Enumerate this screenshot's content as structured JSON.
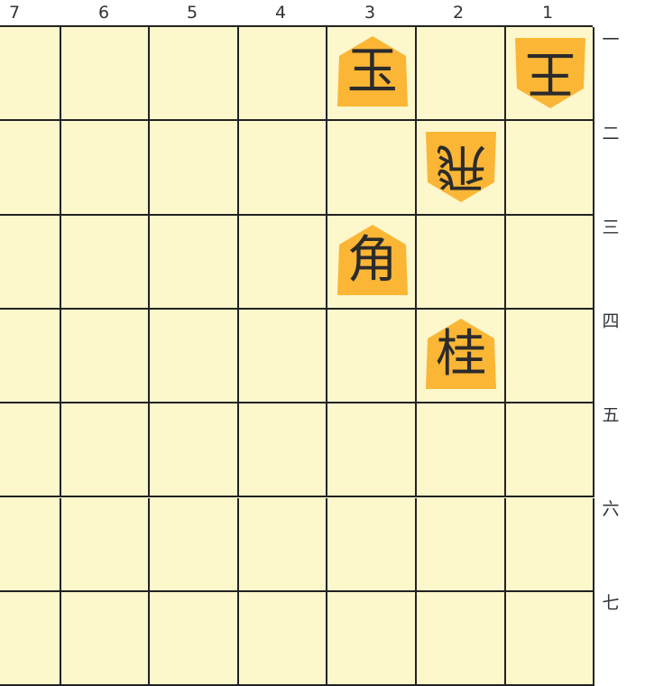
{
  "board": {
    "files": [
      "7",
      "6",
      "5",
      "4",
      "3",
      "2",
      "1"
    ],
    "ranks": [
      "一",
      "二",
      "三",
      "四",
      "五",
      "六",
      "七"
    ],
    "colors": {
      "square": "#fdf7cc",
      "line": "#222222",
      "piece": "#fbb636",
      "text": "#2b2b2b"
    }
  },
  "pieces": [
    {
      "label": "玉",
      "file": "3",
      "rank": "一",
      "owner": "sente",
      "icon": "king-piece"
    },
    {
      "label": "王",
      "file": "1",
      "rank": "一",
      "owner": "gote",
      "icon": "king-piece"
    },
    {
      "label": "飛",
      "file": "2",
      "rank": "二",
      "owner": "gote",
      "icon": "rook-piece"
    },
    {
      "label": "角",
      "file": "3",
      "rank": "三",
      "owner": "sente",
      "icon": "bishop-piece"
    },
    {
      "label": "桂",
      "file": "2",
      "rank": "四",
      "owner": "sente",
      "icon": "knight-piece"
    }
  ]
}
